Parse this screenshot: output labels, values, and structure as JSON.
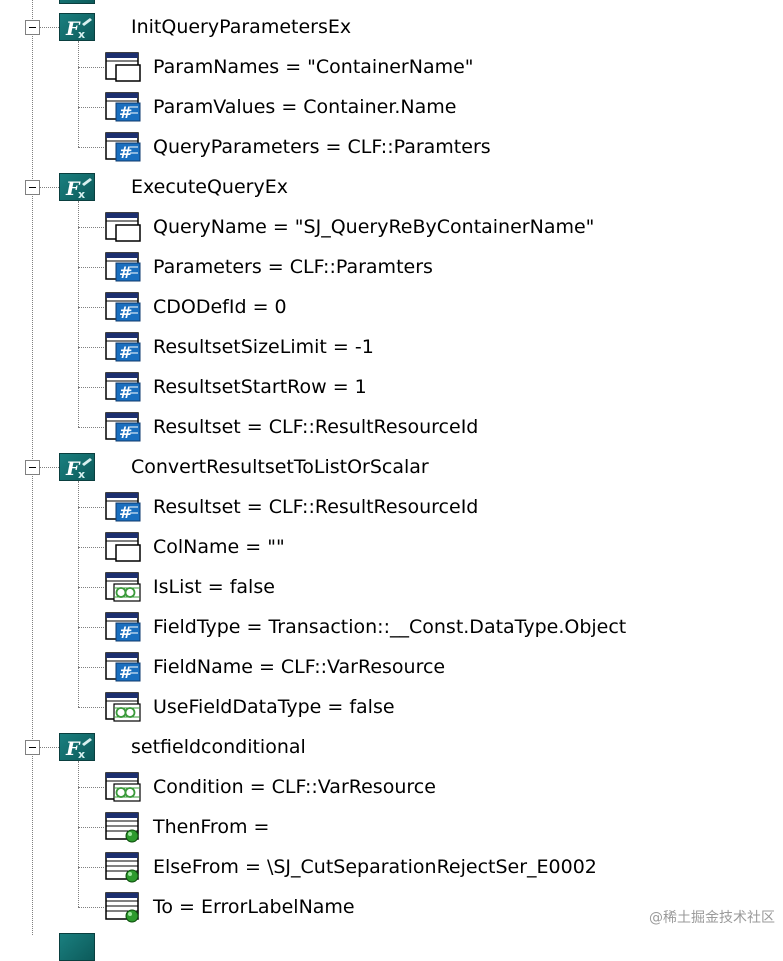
{
  "nodes": [
    {
      "name": "InitQueryParametersEx",
      "params": [
        {
          "type": "string",
          "label": "ParamNames = \"ContainerName\""
        },
        {
          "type": "number",
          "label": "ParamValues = Container.Name"
        },
        {
          "type": "number",
          "label": "QueryParameters = CLF::Paramters"
        }
      ]
    },
    {
      "name": "ExecuteQueryEx",
      "params": [
        {
          "type": "string",
          "label": "QueryName = \"SJ_QueryReByContainerName\""
        },
        {
          "type": "number",
          "label": "Parameters = CLF::Paramters"
        },
        {
          "type": "number",
          "label": "CDODefId = 0"
        },
        {
          "type": "number",
          "label": "ResultsetSizeLimit = -1"
        },
        {
          "type": "number",
          "label": "ResultsetStartRow = 1"
        },
        {
          "type": "number",
          "label": "Resultset = CLF::ResultResourceId"
        }
      ]
    },
    {
      "name": "ConvertResultsetToListOrScalar",
      "params": [
        {
          "type": "number",
          "label": "Resultset = CLF::ResultResourceId"
        },
        {
          "type": "string",
          "label": "ColName = \"\""
        },
        {
          "type": "bool",
          "label": "IsList = false"
        },
        {
          "type": "number",
          "label": "FieldType = Transaction::__Const.DataType.Object"
        },
        {
          "type": "number",
          "label": "FieldName = CLF::VarResource"
        },
        {
          "type": "bool",
          "label": "UseFieldDataType = false"
        }
      ]
    },
    {
      "name": "setfieldconditional",
      "params": [
        {
          "type": "bool",
          "label": "Condition = CLF::VarResource"
        },
        {
          "type": "object",
          "label": "ThenFrom ="
        },
        {
          "type": "object",
          "label": "ElseFrom = \\SJ_CutSeparationRejectSer_E0002"
        },
        {
          "type": "object",
          "label": "To = ErrorLabelName"
        }
      ]
    }
  ],
  "watermark": "@稀土掘金技术社区",
  "colors": {
    "function_icon": "#127070",
    "number_icon": "#1a6fbf",
    "bool_icon": "#3a9a3a",
    "object_dot": "#2e9a2e",
    "tree_line": "#808080"
  },
  "icons": {
    "function": "function-icon",
    "string": "string-param-icon",
    "number": "number-param-icon",
    "bool": "bool-param-icon",
    "object": "object-param-icon"
  }
}
